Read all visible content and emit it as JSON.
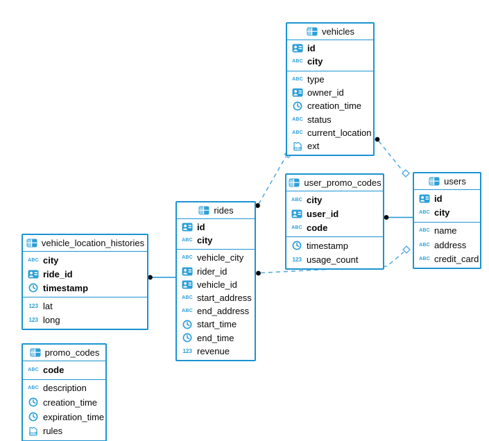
{
  "diagram": {
    "colors": {
      "table_border": "#1b93d1",
      "icon_blue": "#2d9fd8",
      "icon_light": "#9ed4ef",
      "dashed_line": "#58ade0",
      "solid_line": "#1b93d1",
      "endpoint_dot": "#000000",
      "diamond_fill": "#ffffff",
      "text": "#050505",
      "background": "#ffffff"
    },
    "icon_labels": {
      "text": "ABC",
      "number": "123",
      "json": "JSON"
    },
    "tables": [
      {
        "id": "vehicles",
        "name": "vehicles",
        "primary_fields": [
          {
            "name": "id",
            "type": "uuid"
          },
          {
            "name": "city",
            "type": "text"
          }
        ],
        "fields": [
          {
            "name": "type",
            "type": "text"
          },
          {
            "name": "owner_id",
            "type": "uuid"
          },
          {
            "name": "creation_time",
            "type": "timestamp"
          },
          {
            "name": "status",
            "type": "text"
          },
          {
            "name": "current_location",
            "type": "text"
          },
          {
            "name": "ext",
            "type": "json"
          }
        ]
      },
      {
        "id": "user_promo_codes",
        "name": "user_promo_codes",
        "primary_fields": [
          {
            "name": "city",
            "type": "text"
          },
          {
            "name": "user_id",
            "type": "uuid"
          },
          {
            "name": "code",
            "type": "text"
          }
        ],
        "fields": [
          {
            "name": "timestamp",
            "type": "timestamp"
          },
          {
            "name": "usage_count",
            "type": "number"
          }
        ]
      },
      {
        "id": "users",
        "name": "users",
        "primary_fields": [
          {
            "name": "id",
            "type": "uuid"
          },
          {
            "name": "city",
            "type": "text"
          }
        ],
        "fields": [
          {
            "name": "name",
            "type": "text"
          },
          {
            "name": "address",
            "type": "text"
          },
          {
            "name": "credit_card",
            "type": "text"
          }
        ]
      },
      {
        "id": "rides",
        "name": "rides",
        "primary_fields": [
          {
            "name": "id",
            "type": "uuid"
          },
          {
            "name": "city",
            "type": "text"
          }
        ],
        "fields": [
          {
            "name": "vehicle_city",
            "type": "text"
          },
          {
            "name": "rider_id",
            "type": "uuid"
          },
          {
            "name": "vehicle_id",
            "type": "uuid"
          },
          {
            "name": "start_address",
            "type": "text"
          },
          {
            "name": "end_address",
            "type": "text"
          },
          {
            "name": "start_time",
            "type": "timestamp"
          },
          {
            "name": "end_time",
            "type": "timestamp"
          },
          {
            "name": "revenue",
            "type": "number"
          }
        ]
      },
      {
        "id": "vehicle_location_histories",
        "name": "vehicle_location_histories",
        "primary_fields": [
          {
            "name": "city",
            "type": "text"
          },
          {
            "name": "ride_id",
            "type": "uuid"
          },
          {
            "name": "timestamp",
            "type": "timestamp"
          }
        ],
        "fields": [
          {
            "name": "lat",
            "type": "number"
          },
          {
            "name": "long",
            "type": "number"
          }
        ]
      },
      {
        "id": "promo_codes",
        "name": "promo_codes",
        "primary_fields": [
          {
            "name": "code",
            "type": "text"
          }
        ],
        "fields": [
          {
            "name": "description",
            "type": "text"
          },
          {
            "name": "creation_time",
            "type": "timestamp"
          },
          {
            "name": "expiration_time",
            "type": "timestamp"
          },
          {
            "name": "rules",
            "type": "json"
          }
        ]
      }
    ],
    "relationships": [
      {
        "from": "rides",
        "to": "vehicles",
        "style": "dashed"
      },
      {
        "from": "vehicles",
        "to": "users",
        "style": "dashed"
      },
      {
        "from": "user_promo_codes",
        "to": "users",
        "style": "solid"
      },
      {
        "from": "rides",
        "to": "users",
        "style": "dashed"
      },
      {
        "from": "vehicle_location_histories",
        "to": "rides",
        "style": "solid"
      }
    ]
  }
}
